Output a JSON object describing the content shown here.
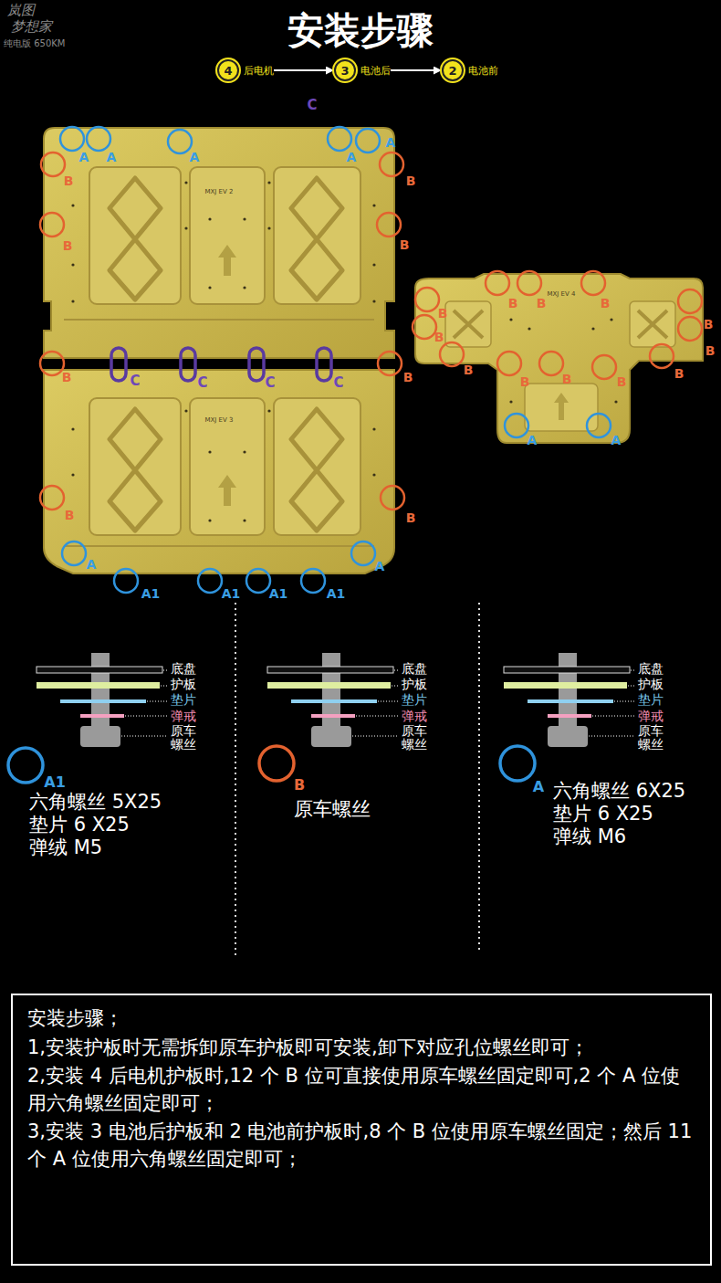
{
  "diagram": {
    "title": "安装步骤",
    "nodes": [
      {
        "text": [
          "4",
          "后电机"
        ]
      },
      {
        "text": [
          "3",
          "电池后"
        ]
      },
      {
        "text": [
          "2",
          "电池前"
        ]
      },
      {
        "text": [
          "安装步骤；",
          "1,安装护板时无需拆卸原车护板即可安装,卸下对应孔位螺丝即可；",
          "2,安装 4 后电机护板时,12 个 B 位可直接使用原车螺丝固定即可,2 个 A 位使用六角螺丝固定即可；",
          "3,安装 3 电池后护板和 2 电池前护板时,8 个 B 位使用原车螺丝固定；然后 11 个 A 位使用六角螺丝固定即可；"
        ]
      }
    ],
    "edges": [
      {
        "from": 0,
        "to": 1,
        "arrow": "to"
      },
      {
        "from": 1,
        "to": 2,
        "arrow": "to"
      }
    ],
    "labels": [
      "岚图",
      "梦想家",
      "纯电版 650KM",
      "C",
      "A",
      "A",
      "A",
      "A",
      "A",
      "B",
      "B",
      "B",
      "B",
      "B",
      "B",
      "B",
      "B",
      "C",
      "C",
      "C",
      "C",
      "A",
      "A",
      "A1",
      "A1",
      "A1",
      "A1",
      "MXJ EV 2",
      "MXJ EV 3",
      "MXJ EV 4",
      "B",
      "B",
      "B",
      "B",
      "B",
      "B",
      "B",
      "B",
      "B",
      "B",
      "B",
      "B",
      "A",
      "A",
      "底盘",
      "护板",
      "垫片",
      "弹戒",
      "原车 螺丝",
      "底盘",
      "护板",
      "垫片",
      "弹戒",
      "原车 螺丝",
      "底盘",
      "护板",
      "垫片",
      "弹戒",
      "原车 螺丝",
      "A1",
      "六角螺丝 5X25",
      "垫片 6 X25",
      "弹绒 M5",
      "B",
      "原车螺丝",
      "A",
      "六角螺丝 6X25",
      "垫片 6 X25",
      "弹绒 M6"
    ]
  }
}
